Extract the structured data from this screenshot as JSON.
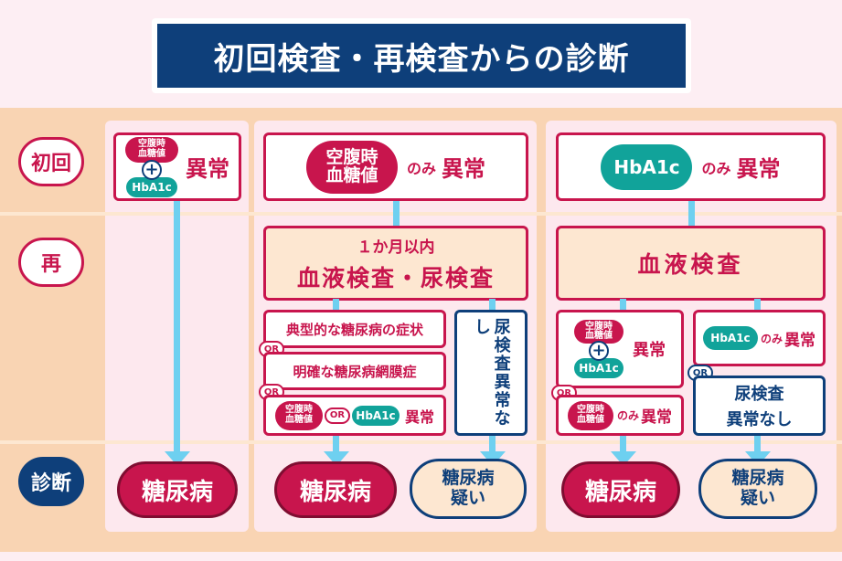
{
  "title": "初回検査・再検査からの診断",
  "rows": {
    "first": "初回",
    "re": "再",
    "diagnosis": "診断"
  },
  "col1": {
    "fbg_line1": "空腹時",
    "fbg_line2": "血糖値",
    "plus": "+",
    "hba1c": "HbA1c",
    "abnormal": "異常",
    "diagnosis": "糖尿病"
  },
  "col2": {
    "fbg_line1": "空腹時",
    "fbg_line2": "血糖値",
    "only": "のみ",
    "abnormal": "異常",
    "retest_line1": "１か月以内",
    "retest_line2": "血液検査・尿検査",
    "cond1": "典型的な糖尿病の症状",
    "or": "OR",
    "cond2": "明確な糖尿病網膜症",
    "cond3_fbg_line1": "空腹時",
    "cond3_fbg_line2": "血糖値",
    "cond3_or": "OR",
    "cond3_hba1c": "HbA1c",
    "cond3_abnormal": "異常",
    "urine_normal": "尿検査異常なし",
    "diagnosis": "糖尿病",
    "suspect_line1": "糖尿病",
    "suspect_line2": "疑い"
  },
  "col3": {
    "hba1c": "HbA1c",
    "only": "のみ",
    "abnormal": "異常",
    "retest": "血液検査",
    "left_fbg_line1": "空腹時",
    "left_fbg_line2": "血糖値",
    "left_plus": "+",
    "left_hba1c": "HbA1c",
    "left_abnormal": "異常",
    "or": "OR",
    "left2_fbg_line1": "空腹時",
    "left2_fbg_line2": "血糖値",
    "left2_only": "のみ",
    "left2_abnormal": "異常",
    "right_hba1c": "HbA1c",
    "right_only": "のみ",
    "right_abnormal": "異常",
    "right_or": "OR",
    "right_urine_line1": "尿検査",
    "right_urine_line2": "異常なし",
    "diagnosis": "糖尿病",
    "suspect_line1": "糖尿病",
    "suspect_line2": "疑い"
  },
  "colors": {
    "red": "#c8154d",
    "navy": "#0e3f7a",
    "teal": "#11a39a",
    "sky": "#6ed0f0",
    "peach": "#f9d4b3"
  }
}
